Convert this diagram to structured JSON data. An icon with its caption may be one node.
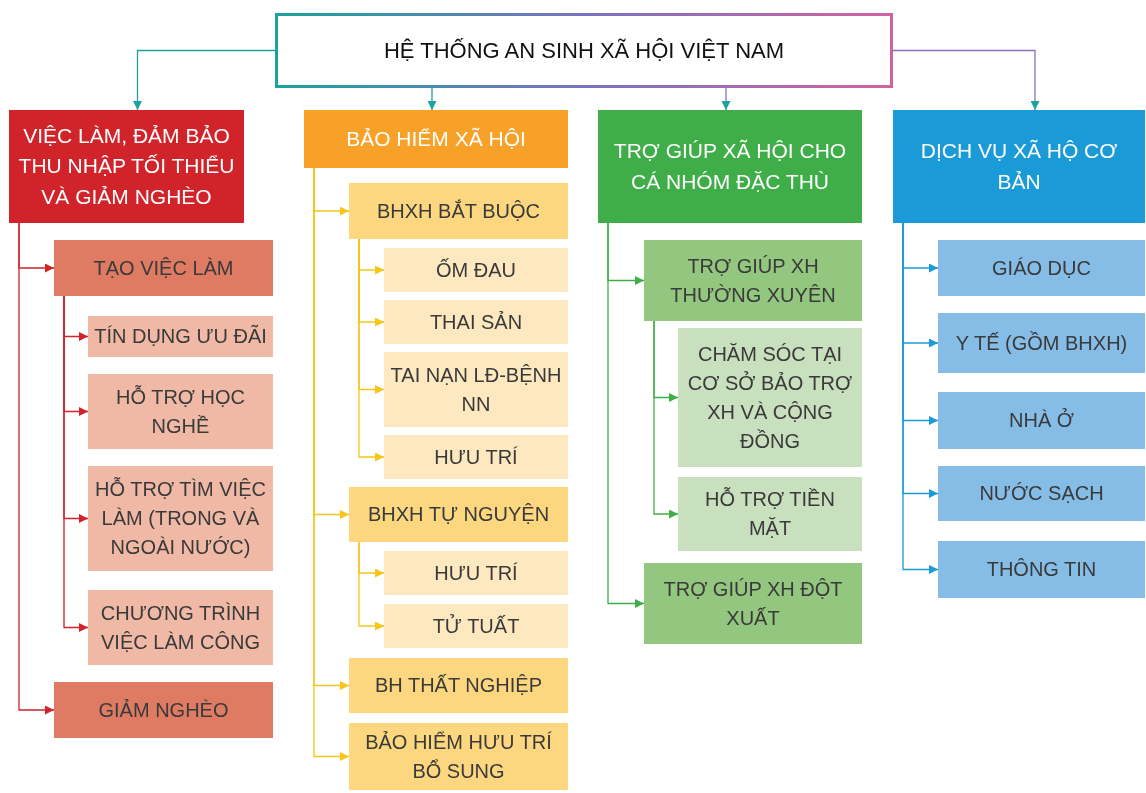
{
  "diagram": {
    "nodes": [
      {
        "text": [
          "HỆ THỐNG AN SINH XÃ HỘI VIỆT NAM"
        ]
      },
      {
        "text": [
          "VIỆC LÀM, ĐẢM BẢO THU NHẬP TỐI THIỂU VÀ GIẢM NGHÈO"
        ]
      },
      {
        "text": [
          "TẠO VIỆC LÀM"
        ]
      },
      {
        "text": [
          "TÍN DỤNG ƯU ĐÃI"
        ]
      },
      {
        "text": [
          "HỖ TRỢ HỌC NGHỀ"
        ]
      },
      {
        "text": [
          "HỖ TRỢ TÌM VIỆC LÀM (TRONG VÀ NGOÀI NƯỚC)"
        ]
      },
      {
        "text": [
          "CHƯƠNG TRÌNH VIỆC LÀM CÔNG"
        ]
      },
      {
        "text": [
          "GIẢM NGHÈO"
        ]
      },
      {
        "text": [
          "BẢO HIỂM XÃ HỘI"
        ]
      },
      {
        "text": [
          "BHXH BẮT BUỘC"
        ]
      },
      {
        "text": [
          "ỐM ĐAU"
        ]
      },
      {
        "text": [
          "THAI SẢN"
        ]
      },
      {
        "text": [
          "TAI NẠN LĐ-BỆNH NN"
        ]
      },
      {
        "text": [
          "HƯU TRÍ"
        ]
      },
      {
        "text": [
          "BHXH TỰ NGUYỆN"
        ]
      },
      {
        "text": [
          "HƯU TRÍ"
        ]
      },
      {
        "text": [
          "TỬ TUẤT"
        ]
      },
      {
        "text": [
          "BH THẤT NGHIỆP"
        ]
      },
      {
        "text": [
          "BẢO HIỂM HƯU TRÍ BỔ SUNG"
        ]
      },
      {
        "text": [
          "TRỢ GIÚP XÃ HỘI CHO CÁ NHÓM ĐẶC THÙ"
        ]
      },
      {
        "text": [
          "TRỢ GIÚP XH THƯỜNG XUYÊN"
        ]
      },
      {
        "text": [
          "CHĂM SÓC TẠI CƠ SỞ BẢO TRỢ XH VÀ CỘNG ĐỒNG"
        ]
      },
      {
        "text": [
          "HỖ TRỢ TIỀN MẶT"
        ]
      },
      {
        "text": [
          "TRỢ GIÚP XH ĐỘT XUẤT"
        ]
      },
      {
        "text": [
          "DỊCH VỤ XÃ HỘ CƠ BẢN"
        ]
      },
      {
        "text": [
          "GIÁO DỤC"
        ]
      },
      {
        "text": [
          "Y TẾ (GỒM BHXH)"
        ]
      },
      {
        "text": [
          "NHÀ Ở"
        ]
      },
      {
        "text": [
          "NƯỚC SẠCH"
        ]
      },
      {
        "text": [
          "THÔNG TIN"
        ]
      }
    ],
    "edges": [
      {
        "from": 0,
        "to": 1,
        "arrow": "to",
        "color": "#1aa39a"
      },
      {
        "from": 0,
        "to": 8,
        "arrow": "to",
        "color": "#1aa39a"
      },
      {
        "from": 0,
        "to": 19,
        "arrow": "to",
        "color": "#8a6fbf"
      },
      {
        "from": 0,
        "to": 24,
        "arrow": "to",
        "color": "#8a6fbf"
      },
      {
        "from": 1,
        "to": 2,
        "arrow": "to",
        "color": "#d0232a"
      },
      {
        "from": 2,
        "to": 3,
        "arrow": "to",
        "color": "#d0232a"
      },
      {
        "from": 2,
        "to": 4,
        "arrow": "to",
        "color": "#d0232a"
      },
      {
        "from": 2,
        "to": 5,
        "arrow": "to",
        "color": "#d0232a"
      },
      {
        "from": 2,
        "to": 6,
        "arrow": "to",
        "color": "#d0232a"
      },
      {
        "from": 1,
        "to": 7,
        "arrow": "to",
        "color": "#d0232a"
      },
      {
        "from": 8,
        "to": 9,
        "arrow": "to",
        "color": "#f5c518"
      },
      {
        "from": 9,
        "to": 10,
        "arrow": "to",
        "color": "#f5c518"
      },
      {
        "from": 9,
        "to": 11,
        "arrow": "to",
        "color": "#f5c518"
      },
      {
        "from": 9,
        "to": 12,
        "arrow": "to",
        "color": "#f5c518"
      },
      {
        "from": 9,
        "to": 13,
        "arrow": "to",
        "color": "#f5c518"
      },
      {
        "from": 8,
        "to": 14,
        "arrow": "to",
        "color": "#f5c518"
      },
      {
        "from": 14,
        "to": 15,
        "arrow": "to",
        "color": "#f5c518"
      },
      {
        "from": 14,
        "to": 16,
        "arrow": "to",
        "color": "#f5c518"
      },
      {
        "from": 8,
        "to": 17,
        "arrow": "to",
        "color": "#f5c518"
      },
      {
        "from": 8,
        "to": 18,
        "arrow": "to",
        "color": "#f5c518"
      },
      {
        "from": 19,
        "to": 20,
        "arrow": "to",
        "color": "#3fae49"
      },
      {
        "from": 20,
        "to": 21,
        "arrow": "to",
        "color": "#3fae49"
      },
      {
        "from": 20,
        "to": 22,
        "arrow": "to",
        "color": "#3fae49"
      },
      {
        "from": 19,
        "to": 23,
        "arrow": "to",
        "color": "#3fae49"
      },
      {
        "from": 24,
        "to": 25,
        "arrow": "to",
        "color": "#1a9ad6"
      },
      {
        "from": 24,
        "to": 26,
        "arrow": "to",
        "color": "#1a9ad6"
      },
      {
        "from": 24,
        "to": 27,
        "arrow": "to",
        "color": "#1a9ad6"
      },
      {
        "from": 24,
        "to": 28,
        "arrow": "to",
        "color": "#1a9ad6"
      },
      {
        "from": 24,
        "to": 29,
        "arrow": "to",
        "color": "#1a9ad6"
      }
    ]
  }
}
